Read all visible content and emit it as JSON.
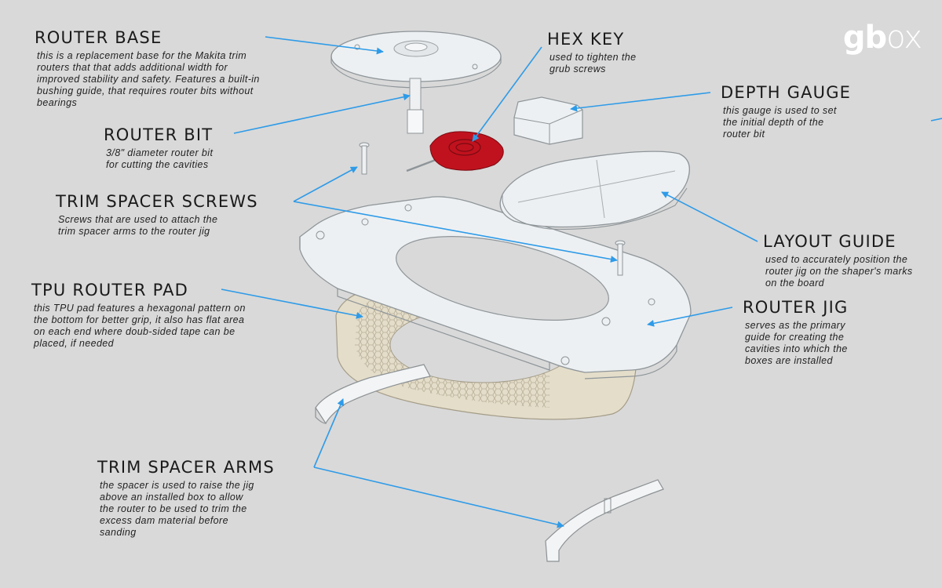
{
  "brand": {
    "logo_bold": "gb",
    "logo_light": "ox"
  },
  "callouts": {
    "router_base": {
      "title": "ROUTER BASE",
      "desc": "this is a replacement base for the Makita trim routers that that adds additional width for improved stability and safety. Features a built-in bushing guide, that requires router bits without bearings"
    },
    "hex_key": {
      "title": "HEX KEY",
      "desc": "used to tighten the grub screws"
    },
    "depth_gauge": {
      "title": "DEPTH GAUGE",
      "desc": "this gauge is used to set the initial depth of the router bit"
    },
    "router_bit": {
      "title": "ROUTER BIT",
      "desc": "3/8\" diameter router bit for cutting the cavities"
    },
    "trim_spacer_screws": {
      "title": "TRIM SPACER SCREWS",
      "desc": "Screws that are used to attach the trim spacer arms to the router jig"
    },
    "layout_guide": {
      "title": "LAYOUT GUIDE",
      "desc": "used to accurately position the router jig on the shaper's marks on the board"
    },
    "tpu_router_pad": {
      "title": "TPU ROUTER PAD",
      "desc": "this TPU pad features a hexagonal pattern on the bottom for better grip, it also has flat area on each end where doub-sided tape can be placed, if needed"
    },
    "router_jig": {
      "title": "ROUTER JIG",
      "desc": "serves as the primary guide for creating the cavities into which the boxes are installed"
    },
    "trim_spacer_arms": {
      "title": "TRIM SPACER ARMS",
      "desc": "the spacer is used to raise the jig above an installed box to allow the router to be used to trim the excess dam material before sanding"
    }
  },
  "colors": {
    "background": "#d9d9d9",
    "leader_line": "#2e9be8",
    "acrylic": "#eceef0",
    "hex_key": "#c0121e",
    "tpu_pad": "#e4ddc9"
  }
}
